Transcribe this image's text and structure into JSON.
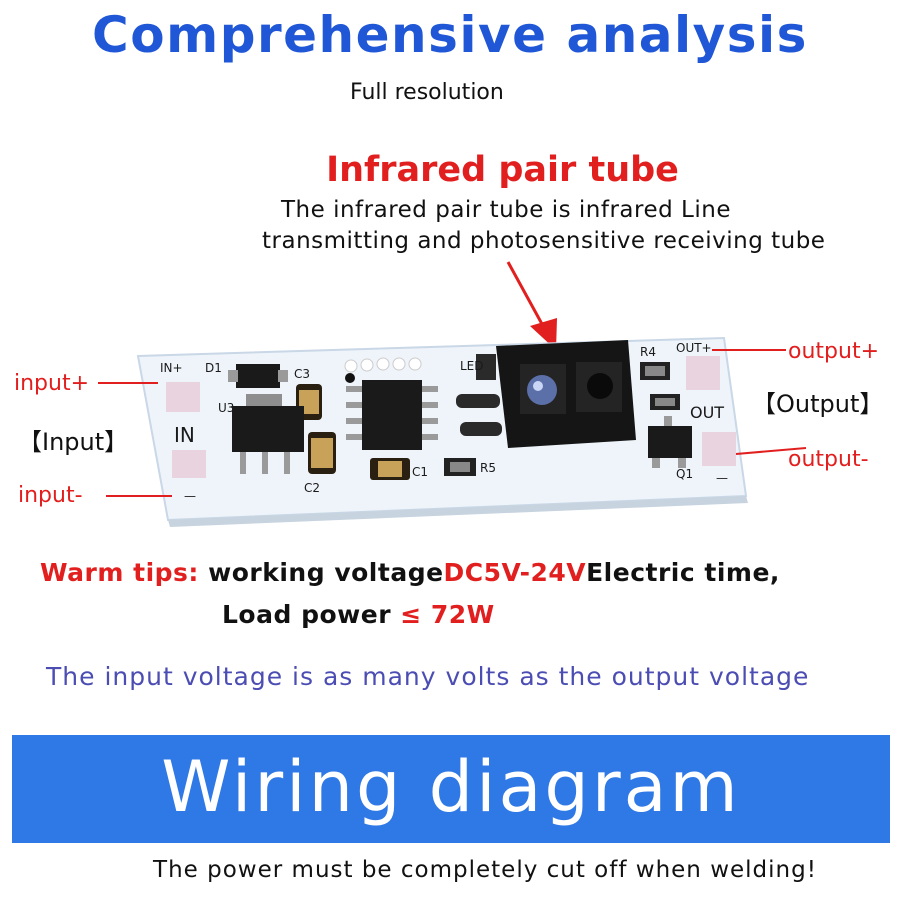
{
  "header": {
    "title": "Comprehensive analysis",
    "subtitle": "Full resolution"
  },
  "infrared": {
    "title": "Infrared pair tube",
    "desc_line1": "The infrared pair tube is infrared Line",
    "desc_line2": "transmitting and photosensitive receiving tube"
  },
  "labels": {
    "input_plus": "input+",
    "input_minus": "input-",
    "input_block": "【Input】",
    "output_plus": "output+",
    "output_minus": "output-",
    "output_block": "【Output】"
  },
  "board": {
    "silkscreen": {
      "in_plus": "IN+",
      "d1": "D1",
      "c3": "C3",
      "u3": "U3",
      "in": "IN",
      "c2": "C2",
      "minus_left": "—",
      "c1": "C1",
      "r5": "R5",
      "led": "LED",
      "r4": "R4",
      "out_plus": "OUT+",
      "out": "OUT",
      "q1": "Q1",
      "minus_right": "—"
    },
    "colors": {
      "pcb": "#eef4fa",
      "pad": "#e8d3df",
      "chip": "#1a1a1a",
      "housing": "#151515"
    }
  },
  "tips": {
    "prefix": "Warm tips:",
    "text1": " working voltage",
    "voltage": "DC5V-24V",
    "text2": "Electric time,",
    "load_label": "Load power ",
    "load_value": "≤ 72W"
  },
  "note": "The input voltage is as many volts as the output voltage",
  "banner": {
    "text": "Wiring diagram",
    "color": "#2f79e6"
  },
  "footer": "The power must be completely cut off when welding!",
  "icons": [
    "arrow-down-icon"
  ]
}
